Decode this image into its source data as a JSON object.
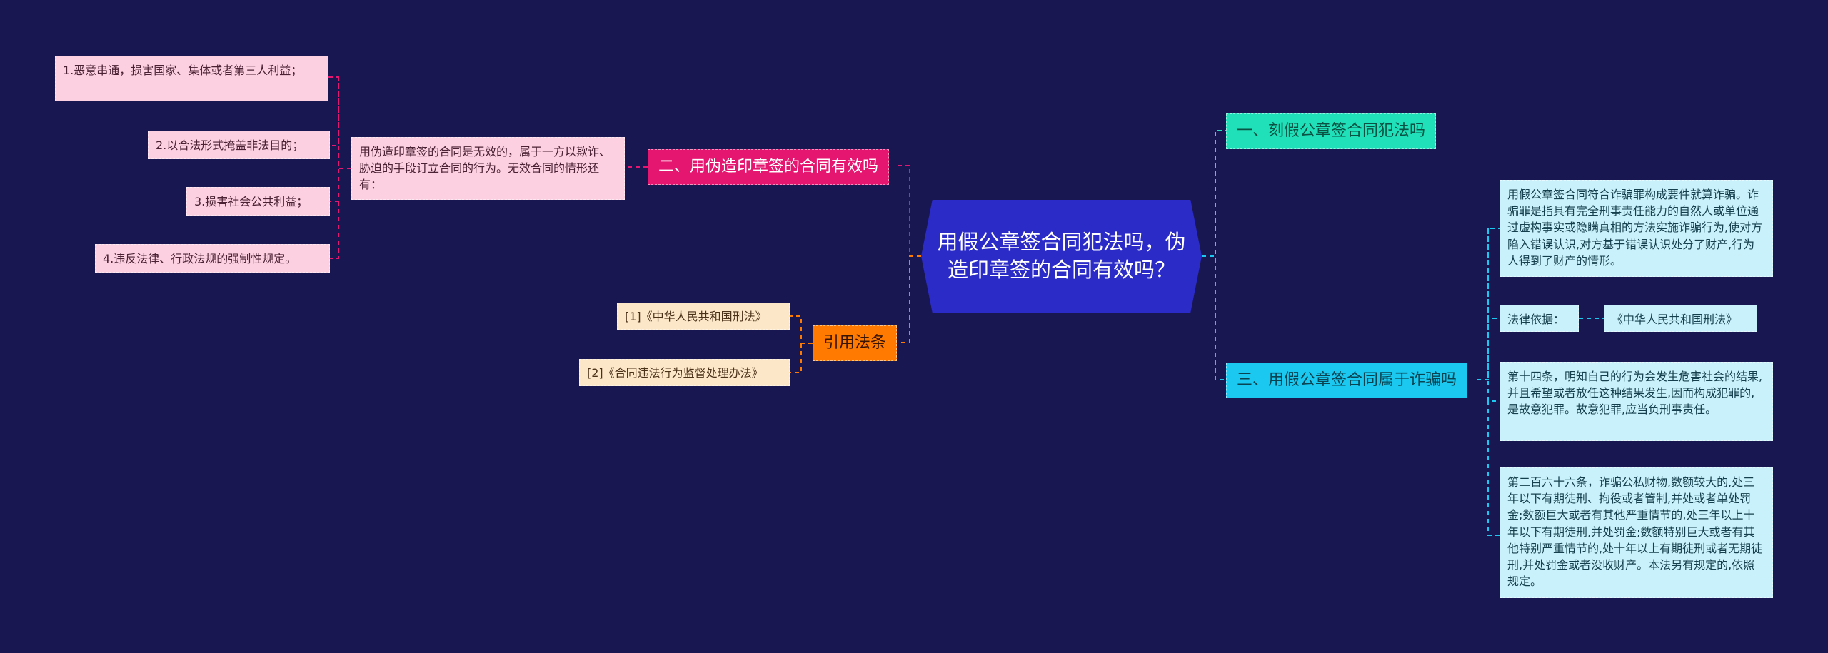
{
  "center": {
    "title": "用假公章签合同犯法吗，伪造印章签的合同有效吗？"
  },
  "branch_two": {
    "label": "二、用伪造印章签的合同有效吗",
    "desc": "用伪造印章签的合同是无效的，属于一方以欺诈、胁迫的手段订立合同的行为。无效合同的情形还有：",
    "items": [
      "1.恶意串通，损害国家、集体或者第三人利益；",
      "2.以合法形式掩盖非法目的；",
      "3.损害社会公共利益；",
      "4.违反法律、行政法规的强制性规定。"
    ]
  },
  "citations": {
    "label": "引用法条",
    "items": [
      "[1]《中华人民共和国刑法》",
      "[2]《合同违法行为监督处理办法》"
    ]
  },
  "branch_one": {
    "label": "一、刻假公章签合同犯法吗"
  },
  "branch_three": {
    "label": "三、用假公章签合同属于诈骗吗",
    "para1": "用假公章签合同符合诈骗罪构成要件就算诈骗。诈骗罪是指具有完全刑事责任能力的自然人或单位通过虚构事实或隐瞒真相的方法实施诈骗行为,使对方陷入错误认识,对方基于错误认识处分了财产,行为人得到了财产的情形。",
    "legal_basis_label": "法律依据：",
    "legal_basis_value": "《中华人民共和国刑法》",
    "para2": "第十四条，明知自己的行为会发生危害社会的结果,并且希望或者放任这种结果发生,因而构成犯罪的,是故意犯罪。故意犯罪,应当负刑事责任。",
    "para3": "第二百六十六条，诈骗公私财物,数额较大的,处三年以下有期徒刑、拘役或者管制,并处或者单处罚金;数额巨大或者有其他严重情节的,处三年以上十年以下有期徒刑,并处罚金;数额特别巨大或者有其他特别严重情节的,处十年以上有期徒刑或者无期徒刑,并处罚金或者没收财产。本法另有规定的,依照规定。"
  },
  "colors": {
    "background": "#191751",
    "center": "#2b2bc7",
    "branch_two": "#e5166f",
    "citations": "#ff7a00",
    "branch_one": "#1fe0b8",
    "branch_three": "#1bc8ef"
  }
}
